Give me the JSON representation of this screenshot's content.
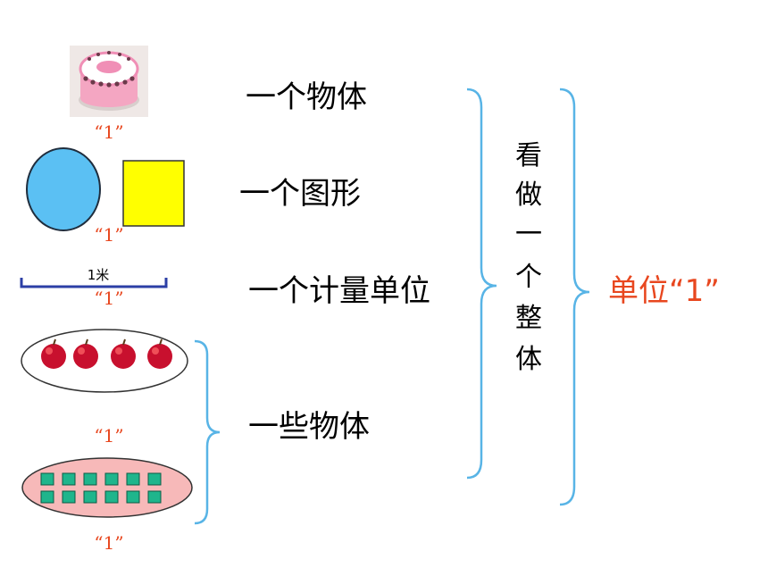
{
  "items": [
    {
      "label": "一个物体",
      "unit": "“1”"
    },
    {
      "label": "一个图形",
      "unit": "“1”"
    },
    {
      "label": "一个计量单位",
      "unit": "“1”",
      "measure": "1米"
    },
    {
      "label": "一些物体",
      "unit_apples": "“1”",
      "unit_cubes": "“1”"
    }
  ],
  "vertical_text": [
    "看",
    "做",
    "一",
    "个",
    "整",
    "体"
  ],
  "result": "单位“1”",
  "colors": {
    "brace": "#58b4e6",
    "unit_red": "#e8471f",
    "circle": "#5bc0f3",
    "square": "#ffff00",
    "apple": "#c8102e",
    "cube": "#1fb58c",
    "cube_oval": "#f7b9b9",
    "measure_line": "#2c3fa6"
  },
  "icons": [
    "cake-icon",
    "apple-icon",
    "cube-icon"
  ]
}
